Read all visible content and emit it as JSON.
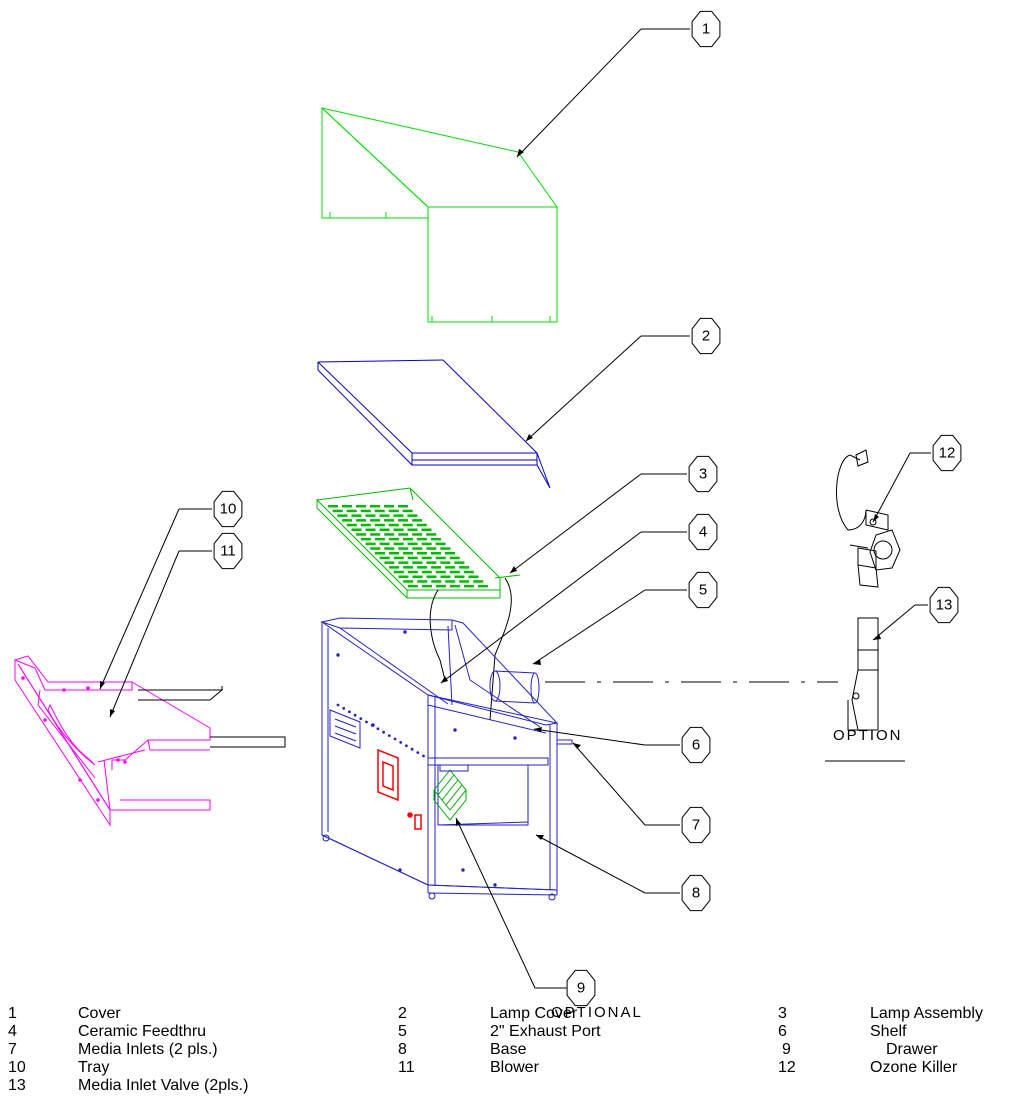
{
  "callouts": [
    "1",
    "2",
    "3",
    "4",
    "5",
    "6",
    "7",
    "8",
    "9",
    "10",
    "11",
    "12",
    "13"
  ],
  "labels": {
    "option": "OPTION",
    "optional": "OPTIONAL"
  },
  "legend": [
    {
      "num": "1",
      "text": "Cover"
    },
    {
      "num": "2",
      "text": "Lamp Cover"
    },
    {
      "num": "3",
      "text": "Lamp Assembly"
    },
    {
      "num": "4",
      "text": "Ceramic Feedthru"
    },
    {
      "num": "5",
      "text": "2\" Exhaust Port"
    },
    {
      "num": "6",
      "text": "Shelf"
    },
    {
      "num": "7",
      "text": "Media Inlets (2 pls.)"
    },
    {
      "num": "8",
      "text": "Base"
    },
    {
      "num": "9",
      "text": "Drawer"
    },
    {
      "num": "10",
      "text": "Tray"
    },
    {
      "num": "11",
      "text": "Blower"
    },
    {
      "num": "12",
      "text": "Ozone Killer"
    },
    {
      "num": "13",
      "text": "Media Inlet Valve (2pls.)"
    }
  ],
  "colors": {
    "cover": "#00dd00",
    "lamp_cover": "#0000cc",
    "lamp_assembly": "#00bb00",
    "base": "#2222cc",
    "drawer": "#ff00ff",
    "panel_red": "#ff0000",
    "line": "#000000"
  }
}
